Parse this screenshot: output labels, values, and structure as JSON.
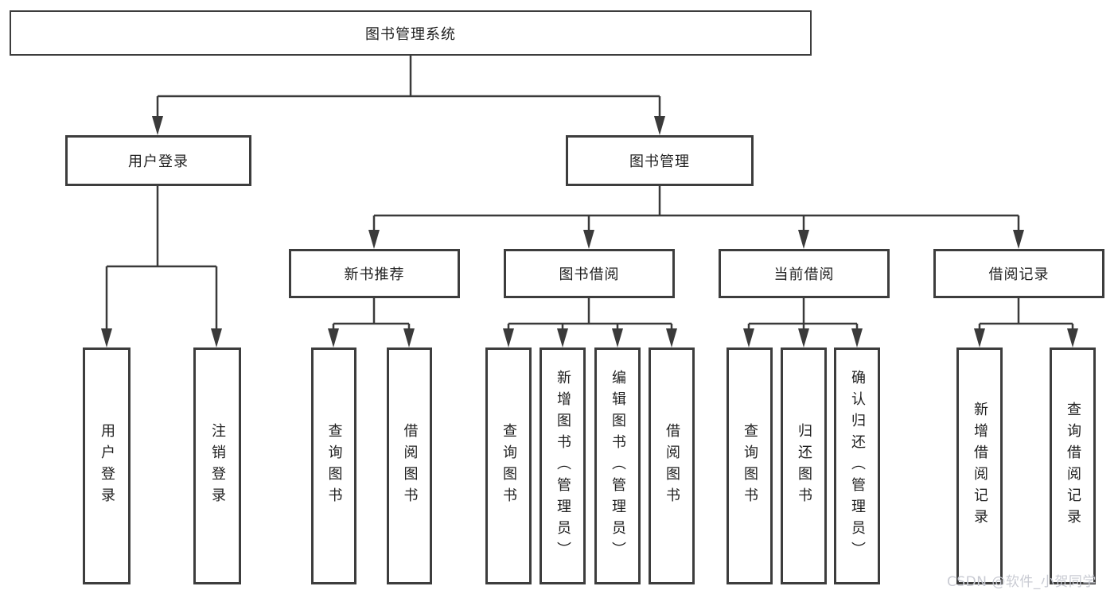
{
  "colors": {
    "background": "#ffffff",
    "line": "#3a3a3a",
    "box_border": "#3d3d3d",
    "text": "#1f1f1f",
    "watermark": "#c9cbd3"
  },
  "tree": {
    "label": "图书管理系统",
    "children": [
      {
        "label": "用户登录",
        "children": [
          {
            "label": "用户登录"
          },
          {
            "label": "注销登录"
          }
        ]
      },
      {
        "label": "图书管理",
        "children": [
          {
            "label": "新书推荐",
            "children": [
              {
                "label": "查询图书"
              },
              {
                "label": "借阅图书"
              }
            ]
          },
          {
            "label": "图书借阅",
            "children": [
              {
                "label": "查询图书"
              },
              {
                "label": "新增图书（管理员）"
              },
              {
                "label": "编辑图书（管理员）"
              },
              {
                "label": "借阅图书"
              }
            ]
          },
          {
            "label": "当前借阅",
            "children": [
              {
                "label": "查询图书"
              },
              {
                "label": "归还图书"
              },
              {
                "label": "确认归还（管理员）"
              }
            ]
          },
          {
            "label": "借阅记录",
            "children": [
              {
                "label": "新增借阅记录"
              },
              {
                "label": "查询借阅记录"
              }
            ]
          }
        ]
      }
    ]
  },
  "watermark": {
    "text": "CSDN @软件_小贺同学"
  }
}
